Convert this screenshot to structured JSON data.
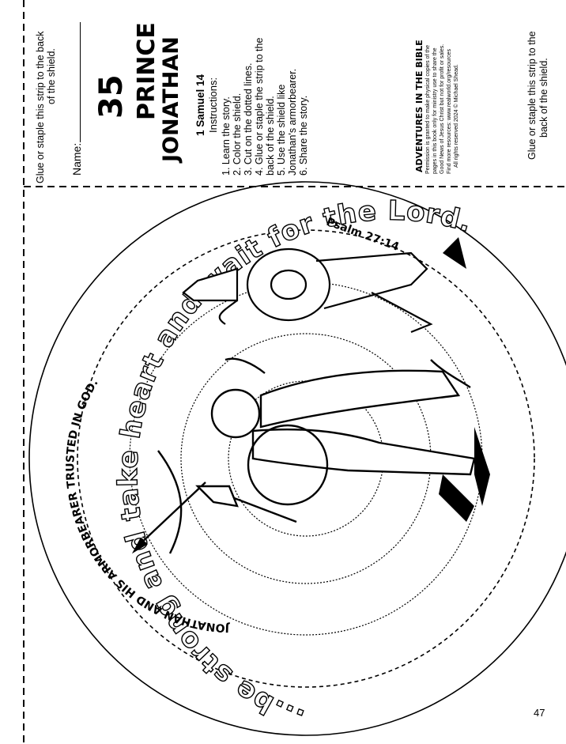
{
  "strip_left": {
    "glue_line1": "Glue or staple this strip to the back",
    "glue_line2": "of the shield.",
    "name_label": "Name:"
  },
  "title_block": {
    "lesson_number": "35",
    "title_line1": "PRINCE",
    "title_line2": "JONATHAN",
    "reference": "1 Samuel 14",
    "instructions_heading": "Instructions:",
    "instructions": [
      "1. Learn the story.",
      "2. Color the shield.",
      "3. Cut on the dotted lines.",
      "4. Glue or staple the strip to the",
      "back of the shield.",
      "5. Use the shield like",
      "Jonathan's armorbearer.",
      "6. Share the story."
    ]
  },
  "credits": {
    "series": "ADVENTURES IN THE BIBLE",
    "lines": [
      "Permission is granted to make physical copies of the",
      "pages in this book only for ministry use to share the",
      "Good News of Jesus Christ but not for profit or sales.",
      "Find more resources: www.realworld.org/resources",
      "All rights reserved 2024 © Michael Shead."
    ]
  },
  "strip_right": {
    "glue_line1": "Glue or staple this strip to the",
    "glue_line2": "back of the shield."
  },
  "shield": {
    "verse": "...be strong and take heart and wait for the Lord.",
    "verse_reference": "Psalm 27:14",
    "inner_caption": "JONATHAN AND HIS ARMORBEARER TRUSTED IN GOD."
  },
  "page_number": "47"
}
